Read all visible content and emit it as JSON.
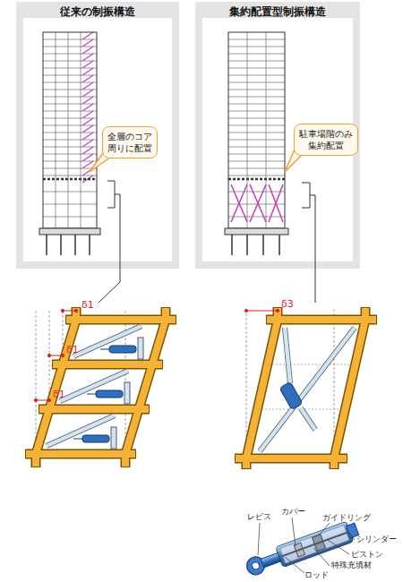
{
  "diagram": {
    "nodes": [
      {
        "text": [
          "従来の制振構造"
        ]
      },
      {
        "text": [
          "集約配置型制振構造"
        ]
      },
      {
        "text": [
          "全層のコア 周りに配置"
        ],
        "in": 0
      },
      {
        "text": [
          "駐車場階のみ 集約配置"
        ],
        "in": 1
      }
    ],
    "labels": [
      "δ1",
      "δ1",
      "δ1",
      "δ3",
      "レビス",
      "カバー",
      "ガイドリング",
      "シリンダー",
      "ピストン",
      "特殊充填材",
      "ロッド"
    ]
  }
}
